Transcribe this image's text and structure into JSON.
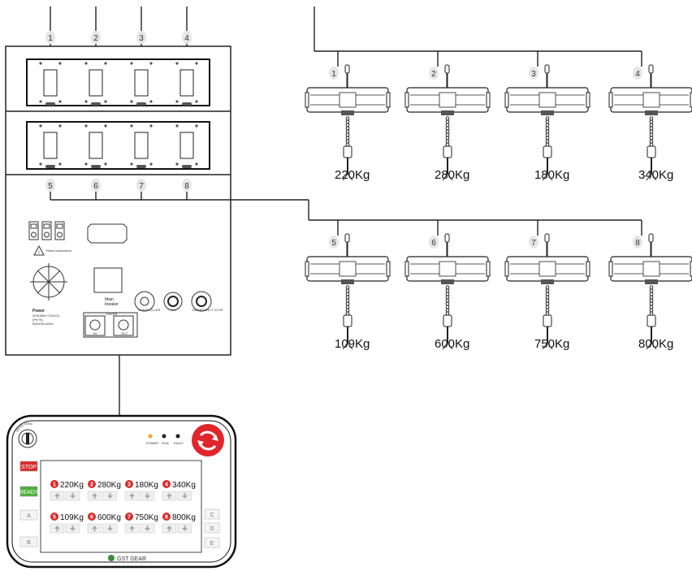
{
  "cabinet": {
    "channel_numbers": [
      "1",
      "2",
      "3",
      "4",
      "5",
      "6",
      "7",
      "8"
    ],
    "power_text": "Power",
    "power_spec": [
      "3Ph(380v+220v/3)",
      "(Ph+N)",
      "50Hz/50-60Hz"
    ],
    "main_breaker": [
      "Main",
      "breaker"
    ],
    "linker_label": "LINKER",
    "socket_labels": [
      "IN",
      "OUT"
    ],
    "warning_text": "Read instructions",
    "rotary_labels": [
      "CONTROLLER",
      "ON",
      "EMERGENCY STOP"
    ]
  },
  "hoists": [
    {
      "index": "1",
      "load": "220Kg"
    },
    {
      "index": "2",
      "load": "280Kg"
    },
    {
      "index": "3",
      "load": "180Kg"
    },
    {
      "index": "4",
      "load": "340Kg"
    },
    {
      "index": "5",
      "load": "109Kg"
    },
    {
      "index": "6",
      "load": "600Kg"
    },
    {
      "index": "7",
      "load": "750Kg"
    },
    {
      "index": "8",
      "load": "800Kg"
    }
  ],
  "remote": {
    "key_label": "DEAD MAN",
    "indicators": [
      "POWER",
      "RUN",
      "FAULT"
    ],
    "indicator_colors": [
      "#f5a623",
      "#222222",
      "#222222"
    ],
    "stop_label": "STOP",
    "ready_label": "READY",
    "left_buttons": [
      "A",
      "B"
    ],
    "right_buttons": [
      "C",
      "D",
      "E"
    ],
    "brand": "GST GEAR",
    "estop_color": "#e0262b",
    "stop_color": "#d92b2b",
    "ready_color": "#4caf3a"
  }
}
